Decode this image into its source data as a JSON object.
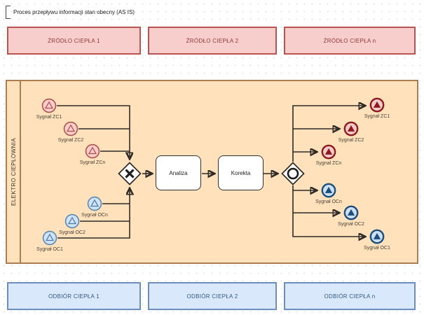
{
  "title": {
    "label": "Proces przepływu informacji stan obecny (AS IS)"
  },
  "sources": [
    "ŹRÓDŁO CIEPŁA 1",
    "ŹRÓDŁO CIEPŁA 2",
    "ŹRÓDŁO CIEPŁA n"
  ],
  "receivers": [
    "ODBIÓR CIEPŁA 1",
    "ODBIÓR CIEPŁA 2",
    "ODBIÓR CIEPŁA n"
  ],
  "pool": {
    "label": "ELEKTRO CIEPŁOWNIA"
  },
  "tasks": {
    "analysis": "Analiza",
    "correction": "Korekta"
  },
  "events": {
    "incoming_zc": [
      "Sygnał ZC1",
      "Sygnał ZC2",
      "Sygnał ZCn"
    ],
    "incoming_oc": [
      "Sygnał OCn",
      "Sygnał OC2",
      "Sygnał OC1"
    ],
    "outgoing_zc": [
      "Sygnał ZC1",
      "Sygnał ZC2",
      "Sygnał ZCn"
    ],
    "outgoing_oc": [
      "Sygnał OCn",
      "Sygnał OC2",
      "Sygnał OC1"
    ]
  },
  "colors": {
    "source_fill": "#f8cecc",
    "source_border": "#b85450",
    "source_text": "#8c3836",
    "receiver_fill": "#dae8fc",
    "receiver_border": "#6c8ebf",
    "receiver_text": "#31597e",
    "pool_fill": "#ffe2bc",
    "pool_border": "#a87e52",
    "catch_zc_border": "#b05048",
    "catch_oc_border": "#5a86b0",
    "throw_zc_border": "#8c1a1c",
    "throw_oc_border": "#1d4e79",
    "connector": "#2f2a26"
  }
}
